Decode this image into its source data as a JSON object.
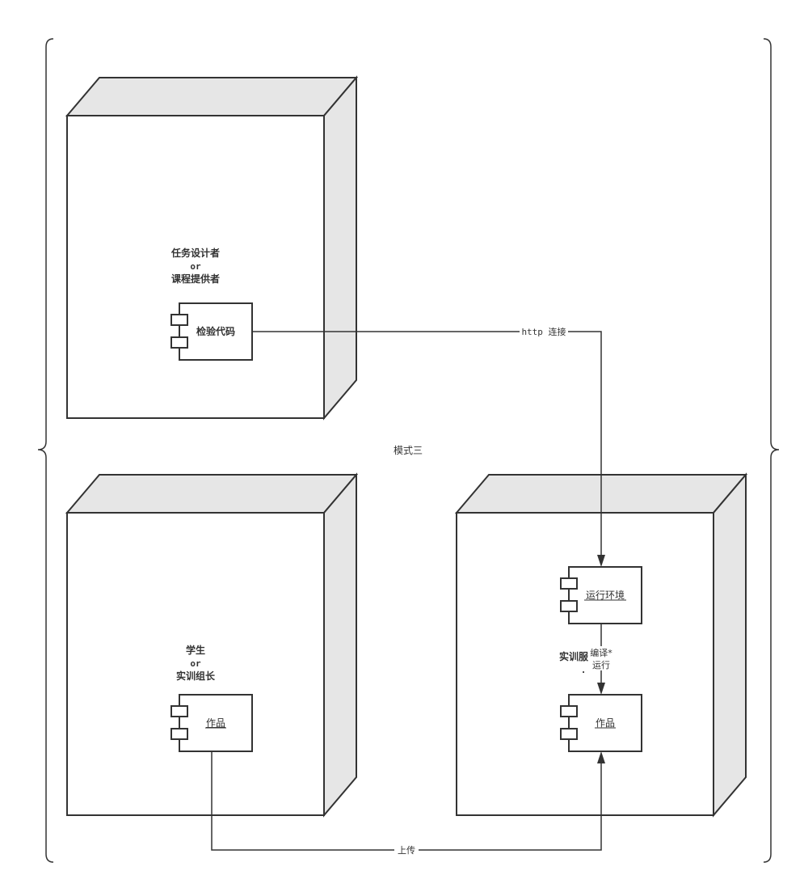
{
  "frame": {
    "label": "模式三"
  },
  "nodes": {
    "designer": {
      "title_line1": "任务设计者",
      "title_line2": "or",
      "title_line3": "课程提供者",
      "component": "检验代码"
    },
    "student": {
      "title_line1": "学生",
      "title_line2": "or",
      "title_line3": "实训组长",
      "component": "作品"
    },
    "server": {
      "title_line1": "实训服",
      "title_line2": ".",
      "runtime_component": "运行环境",
      "work_component": "作品"
    }
  },
  "edges": {
    "http": "http 连接",
    "compile_line1": "编译*",
    "compile_line2": "运行",
    "upload": "上传"
  },
  "colors": {
    "stroke": "#333333",
    "side_face": "#e6e6e6",
    "background": "#ffffff"
  }
}
